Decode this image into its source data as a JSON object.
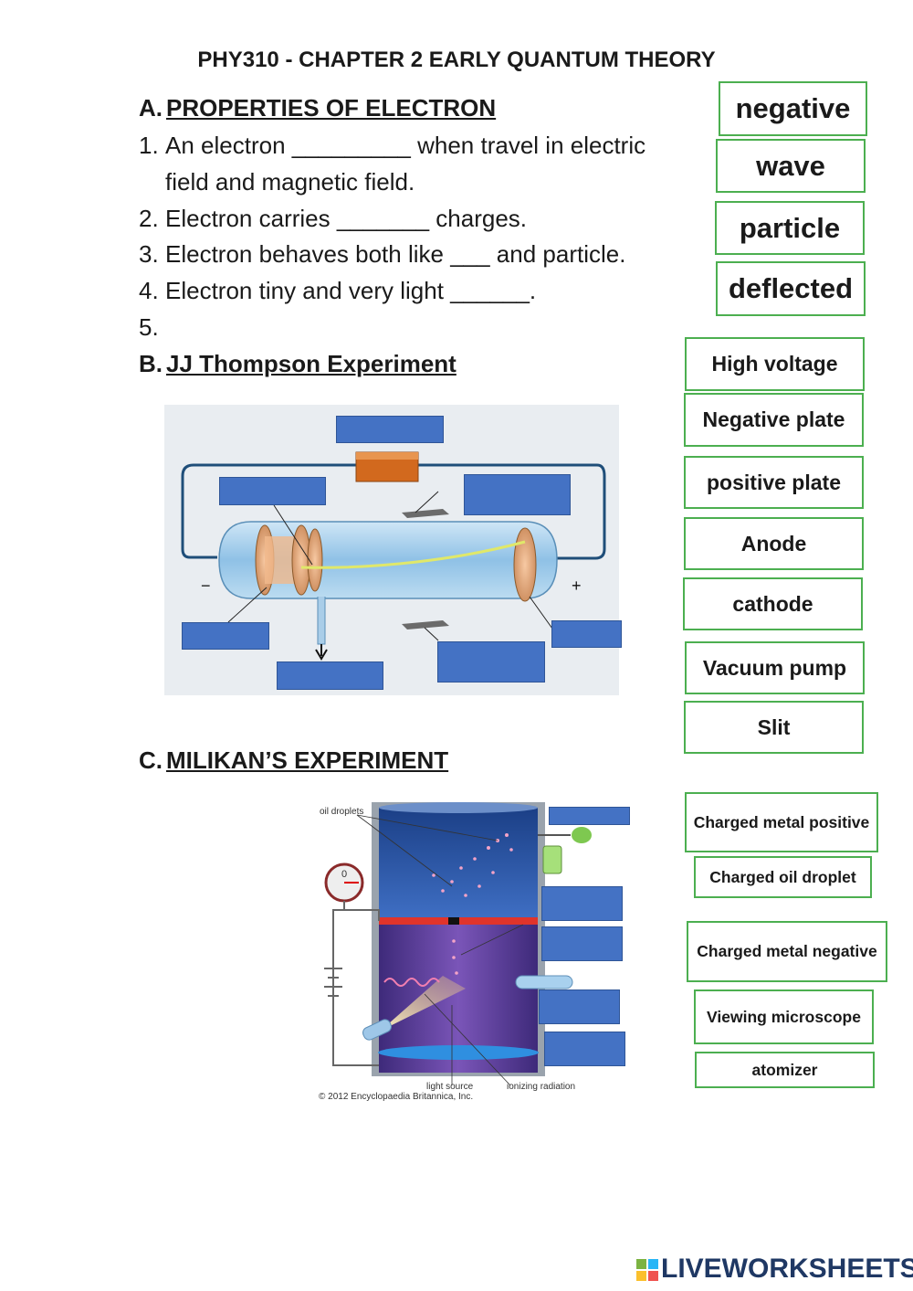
{
  "title": "PHY310 - CHAPTER 2 EARLY QUANTUM THEORY",
  "section_a": {
    "letter": "A.",
    "heading": "PROPERTIES OF ELECTRON",
    "questions": [
      {
        "num": "1.",
        "text": "An electron _________ when travel in electric",
        "cont": "field and magnetic field."
      },
      {
        "num": "2.",
        "text": "Electron carries _______ charges."
      },
      {
        "num": "3.",
        "text": "Electron behaves both like ___ and particle."
      },
      {
        "num": "4.",
        "text": "Electron tiny and very light ______."
      },
      {
        "num": "5.",
        "text": ""
      }
    ]
  },
  "section_b": {
    "letter": "B.",
    "heading": "JJ Thompson Experiment",
    "minus": "−",
    "plus": "+"
  },
  "section_c": {
    "letter": "C.",
    "heading": "MILIKAN’S EXPERIMENT"
  },
  "word_bank_a": [
    "negative",
    "wave",
    "particle",
    "deflected"
  ],
  "word_bank_b": [
    "High voltage",
    "Negative plate",
    "positive plate",
    "Anode",
    "cathode",
    "Vacuum pump",
    "Slit"
  ],
  "word_bank_c": [
    "Charged metal positive",
    "Charged oil droplet",
    "Charged metal negative",
    "Viewing microscope",
    "atomizer"
  ],
  "milikan_figure": {
    "oil_droplets": "oil droplets",
    "gauge_zero": "0",
    "light_source": "light source",
    "ionizing_radiation": "ionizing radiation",
    "copyright": "© 2012 Encyclopaedia Britannica, Inc."
  },
  "footer": {
    "logo_text": "LIVEWORKSHEETS"
  },
  "colors": {
    "drop_box": "#4472c4",
    "drag_border": "#4caf50",
    "logo": "#1f3864"
  }
}
